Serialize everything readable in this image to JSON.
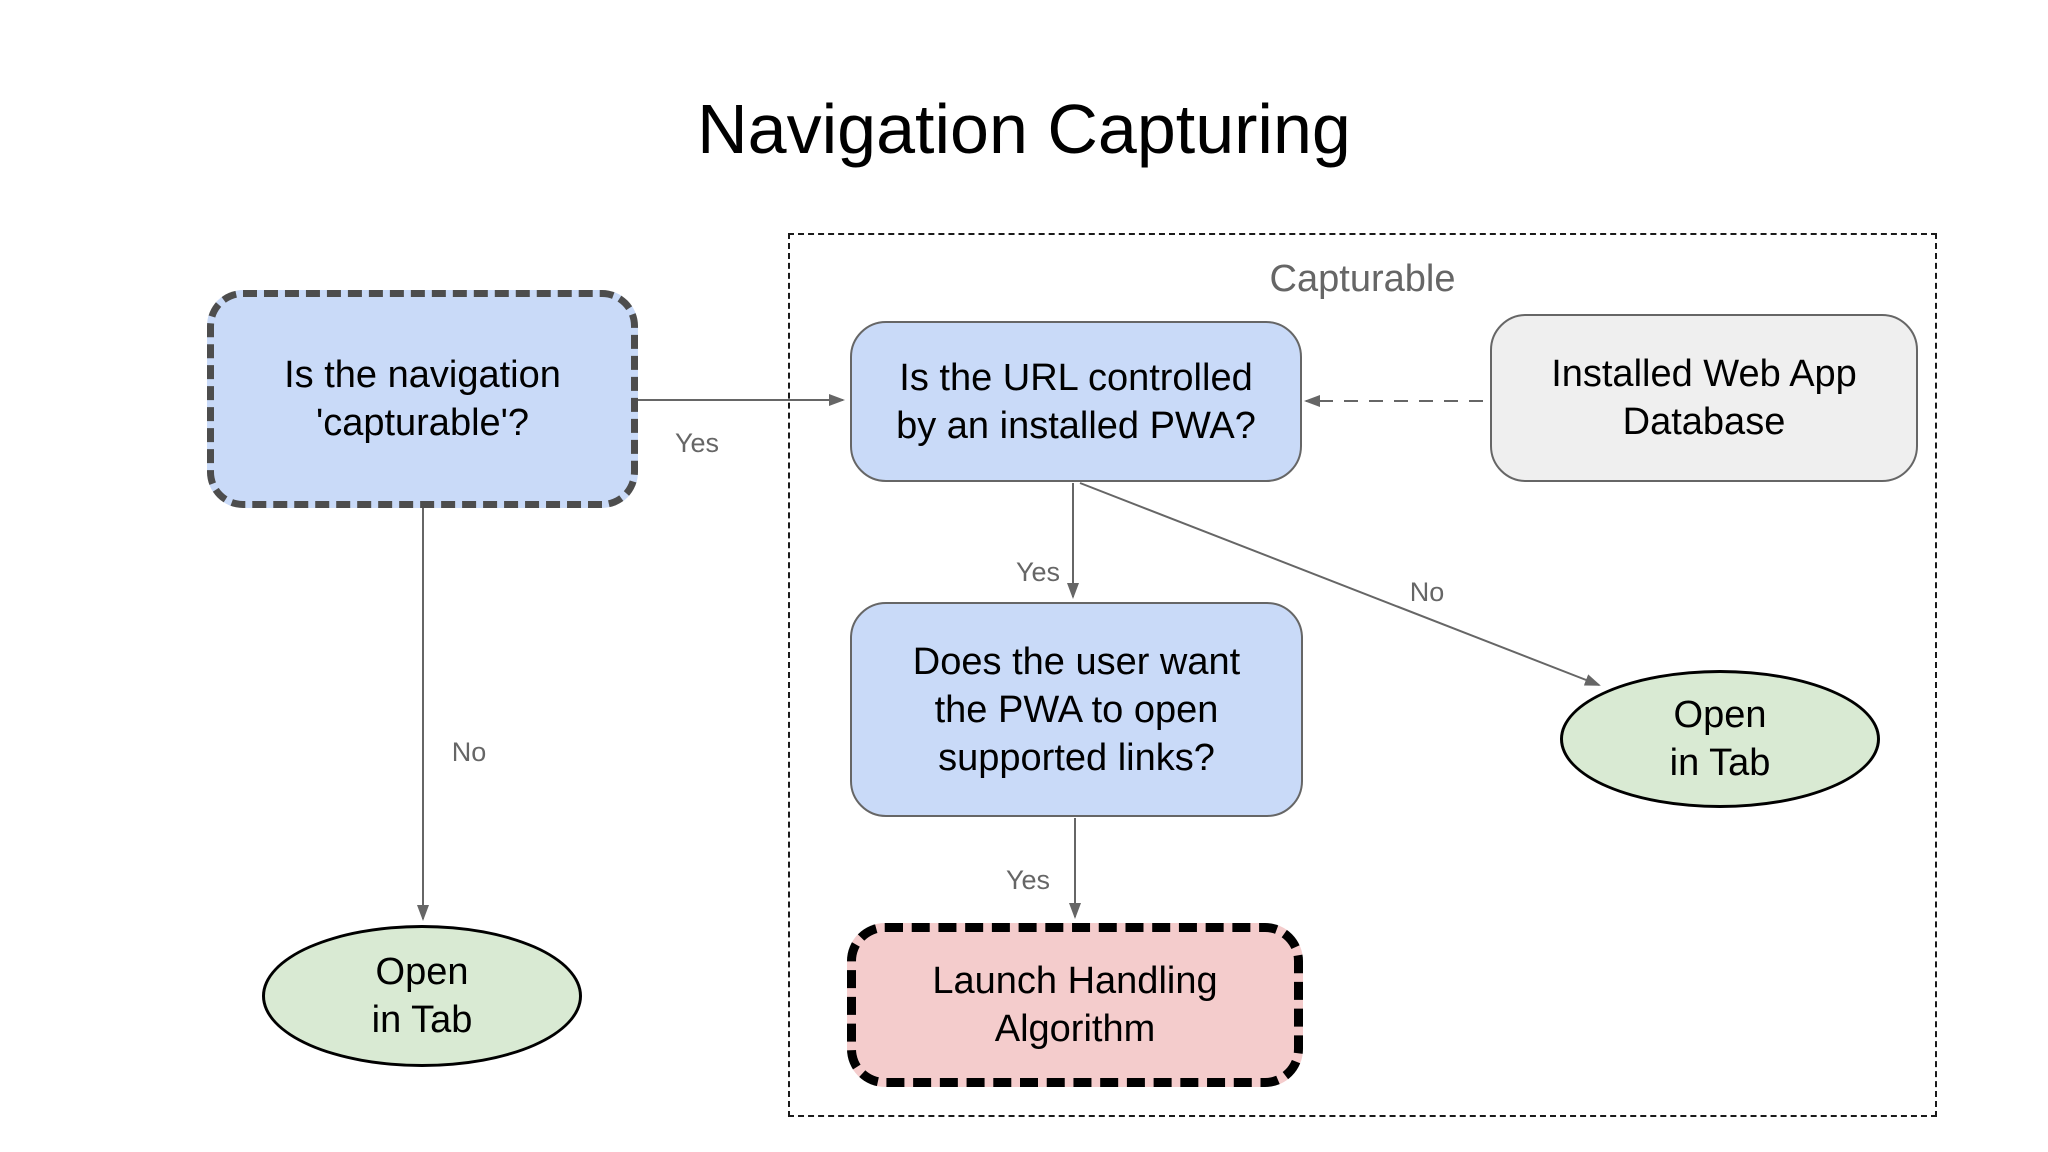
{
  "title": "Navigation Capturing",
  "group": {
    "label": "Capturable"
  },
  "nodes": {
    "capturable_question": {
      "lines": [
        "Is the navigation",
        "'capturable'?"
      ]
    },
    "url_question": {
      "lines": [
        "Is the URL controlled",
        "by an installed PWA?"
      ]
    },
    "database": {
      "lines": [
        "Installed Web App",
        "Database"
      ]
    },
    "supported_links_question": {
      "lines": [
        "Does the user want",
        "the PWA to open",
        "supported links?"
      ]
    },
    "launch_handling": {
      "lines": [
        "Launch Handling",
        "Algorithm"
      ]
    },
    "open_in_tab_left": {
      "lines": [
        "Open",
        "in Tab"
      ]
    },
    "open_in_tab_right": {
      "lines": [
        "Open",
        "in Tab"
      ]
    }
  },
  "edge_labels": {
    "capturable_yes": "Yes",
    "capturable_no": "No",
    "url_yes": "Yes",
    "url_no": "No",
    "supported_links_yes": "Yes"
  },
  "colors": {
    "question_fill": "#c9daf8",
    "terminal_fill": "#d9ead3",
    "launch_fill": "#f4cccc",
    "database_fill": "#efefef",
    "connector_gray": "#666666",
    "dashed_border_dark": "#4d4d4d",
    "border_black": "#000000",
    "label_gray": "#666666"
  }
}
